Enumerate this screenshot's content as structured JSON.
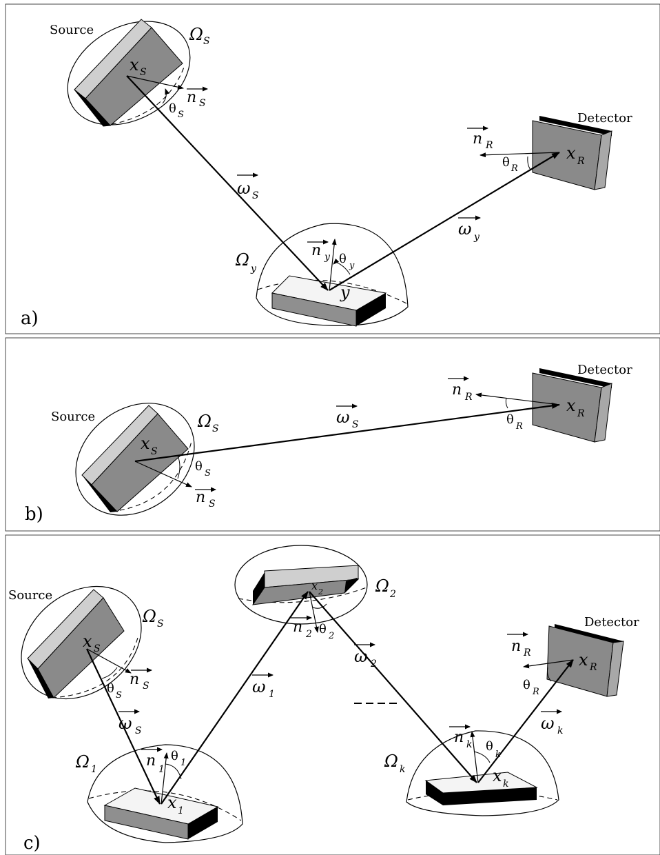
{
  "panels": {
    "a": {
      "tag": "a)",
      "source_label": "Source",
      "detector_label": "Detector",
      "omega_S": "Ω",
      "omega_S_sub": "S",
      "omega_y": "Ω",
      "omega_y_sub": "y",
      "x_S": "x",
      "x_S_sub": "S",
      "x_R": "x",
      "x_R_sub": "R",
      "y": "y",
      "n_S": "n",
      "n_S_sub": "S",
      "n_R": "n",
      "n_R_sub": "R",
      "n_y": "n",
      "n_y_sub": "y",
      "theta_S": "θ",
      "theta_S_sub": "S",
      "theta_R": "θ",
      "theta_R_sub": "R",
      "theta_y": "θ",
      "theta_y_sub": "y",
      "w_S": "ω",
      "w_S_sub": "S",
      "w_y": "ω",
      "w_y_sub": "y"
    },
    "b": {
      "tag": "b)",
      "source_label": "Source",
      "detector_label": "Detector",
      "omega_S": "Ω",
      "omega_S_sub": "S",
      "x_S": "x",
      "x_S_sub": "S",
      "x_R": "x",
      "x_R_sub": "R",
      "n_S": "n",
      "n_S_sub": "S",
      "n_R": "n",
      "n_R_sub": "R",
      "theta_S": "θ",
      "theta_S_sub": "S",
      "theta_R": "θ",
      "theta_R_sub": "R",
      "w_S": "ω",
      "w_S_sub": "S"
    },
    "c": {
      "tag": "c)",
      "source_label": "Source",
      "detector_label": "Detector",
      "omega_S": "Ω",
      "omega_S_sub": "S",
      "omega_1": "Ω",
      "omega_1_sub": "1",
      "omega_2": "Ω",
      "omega_2_sub": "2",
      "omega_k": "Ω",
      "omega_k_sub": "k",
      "x_S": "x",
      "x_S_sub": "S",
      "x_1": "x",
      "x_1_sub": "1",
      "x_2": "x",
      "x_2_sub": "2",
      "x_k": "x",
      "x_k_sub": "k",
      "x_R": "x",
      "x_R_sub": "R",
      "n_S": "n",
      "n_S_sub": "S",
      "n_1": "n",
      "n_1_sub": "1",
      "n_2": "n",
      "n_2_sub": "2",
      "n_k": "n",
      "n_k_sub": "k",
      "n_R": "n",
      "n_R_sub": "R",
      "theta_S": "θ",
      "theta_S_sub": "S",
      "theta_1": "θ",
      "theta_1_sub": "1",
      "theta_2": "θ",
      "theta_2_sub": "2",
      "theta_k": "θ",
      "theta_k_sub": "k",
      "theta_R": "θ",
      "theta_R_sub": "R",
      "w_S": "ω",
      "w_S_sub": "S",
      "w_1": "ω",
      "w_1_sub": "1",
      "w_2": "ω",
      "w_2_sub": "2",
      "w_k": "ω",
      "w_k_sub": "k"
    }
  },
  "colors": {
    "box_top": "#cfcfcf",
    "box_face": "#8a8a8a",
    "box_side": "#000000",
    "surface_top": "#f4f4f4",
    "surface_front": "#8f8f8f",
    "frame": "#444444"
  }
}
